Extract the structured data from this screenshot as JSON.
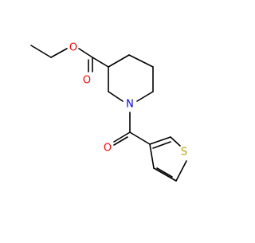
{
  "molecule": {
    "atom_labels": {
      "ester_carbonyl_oxygen": "O",
      "ester_ether_oxygen": "O",
      "piperidine_nitrogen": "N",
      "amide_carbonyl_oxygen": "O",
      "thiophene_sulfur": "S"
    },
    "colors": {
      "oxygen": "#ff0000",
      "nitrogen": "#0000ff",
      "sulfur": "#b2a100",
      "bond": "#000000",
      "background": "#ffffff"
    }
  }
}
